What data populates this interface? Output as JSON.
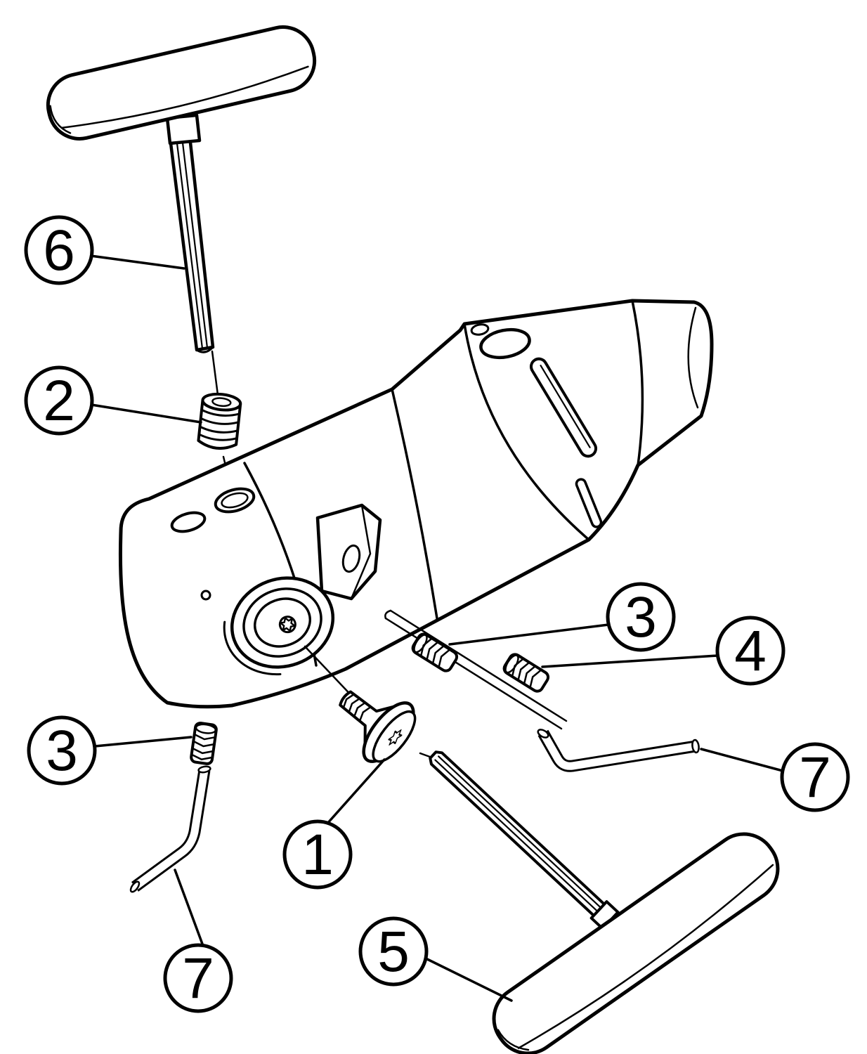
{
  "diagram": {
    "background": "#ffffff",
    "line_color": "#000000"
  },
  "callouts": [
    {
      "label": "6"
    },
    {
      "label": "2"
    },
    {
      "label": "3"
    },
    {
      "label": "4"
    },
    {
      "label": "3"
    },
    {
      "label": "1"
    },
    {
      "label": "7"
    },
    {
      "label": "5"
    },
    {
      "label": "7"
    }
  ]
}
